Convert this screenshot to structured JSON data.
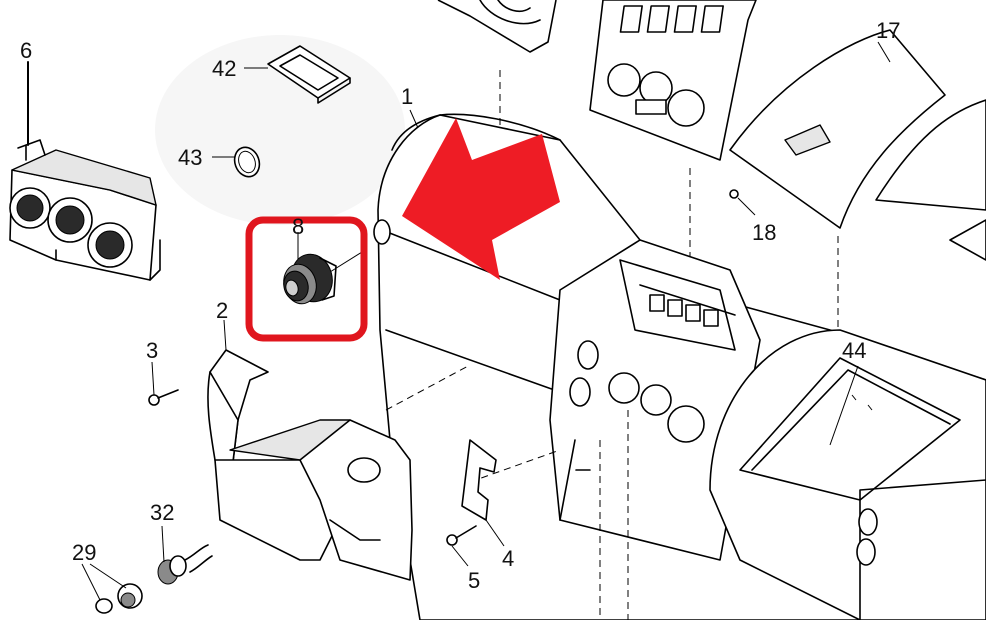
{
  "callouts": {
    "c6": "6",
    "c42": "42",
    "c43": "43",
    "c1": "1",
    "c8": "8",
    "c2": "2",
    "c3": "3",
    "c32": "32",
    "c29": "29",
    "c17": "17",
    "c18": "18",
    "c44": "44",
    "c4": "4",
    "c5": "5"
  },
  "colors": {
    "highlight_box": "#e0161e",
    "arrow": "#ee1c25",
    "line": "#000000",
    "background": "#ffffff"
  },
  "icons": {
    "pointer": "red-block-arrow"
  }
}
